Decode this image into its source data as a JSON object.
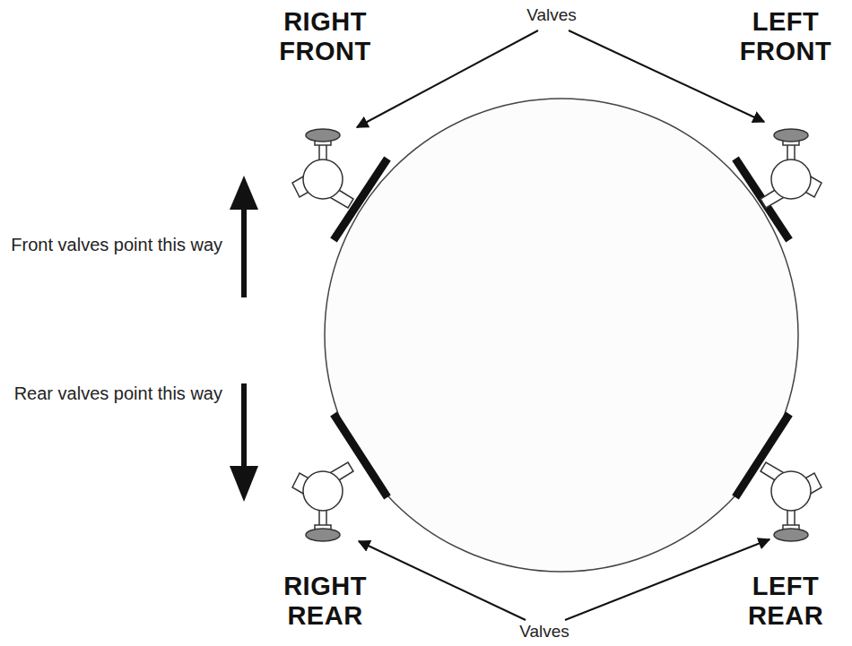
{
  "diagram": {
    "labels": [
      "RIGHT FRONT",
      "LEFT FRONT",
      "Valves",
      "Front valves point this way",
      "Rear valves point this way",
      "RIGHT REAR",
      "LEFT REAR",
      "Valves"
    ]
  }
}
